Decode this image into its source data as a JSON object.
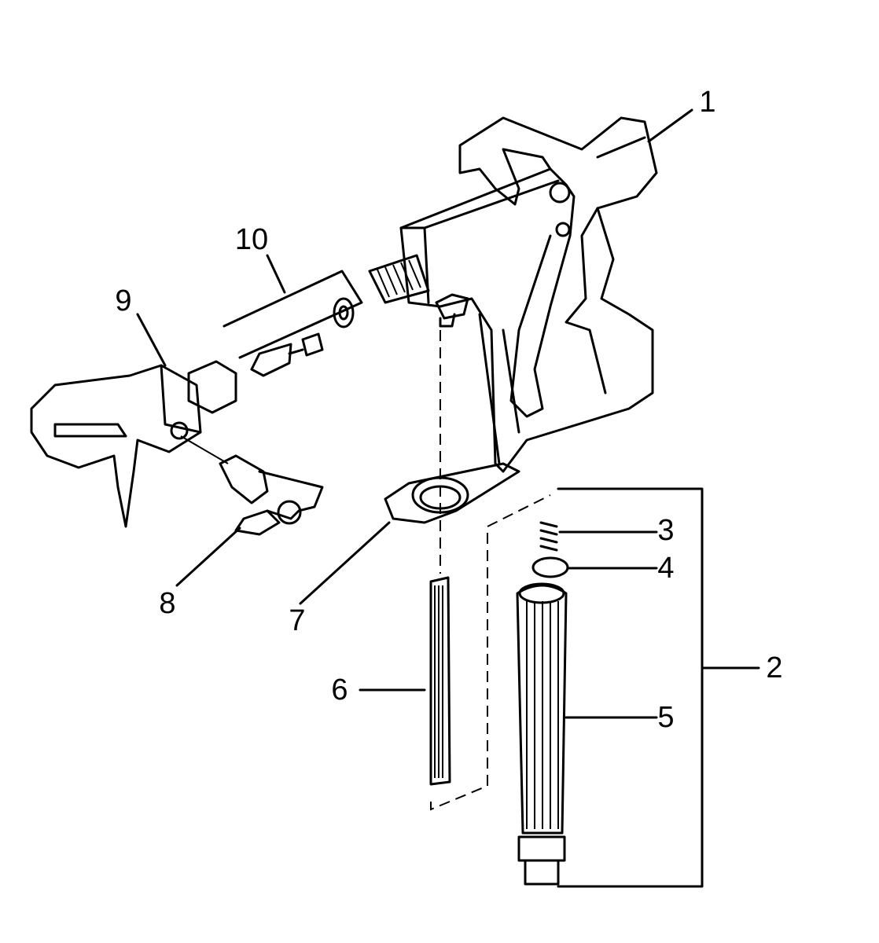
{
  "diagram": {
    "type": "exploded parts diagram",
    "callouts": [
      "1",
      "2",
      "3",
      "4",
      "5",
      "6",
      "7",
      "8",
      "9",
      "10"
    ]
  }
}
